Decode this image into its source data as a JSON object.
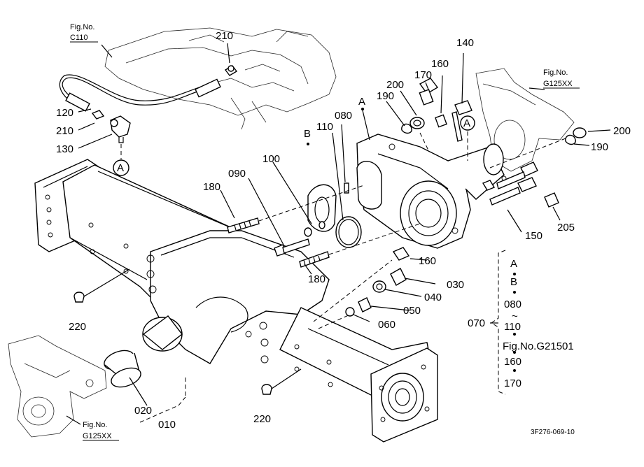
{
  "diagram": {
    "drawing_code": "3F276-069-10",
    "part_labels": [
      {
        "id": "p210a",
        "text": "210"
      },
      {
        "id": "p210b",
        "text": "210"
      },
      {
        "id": "p120",
        "text": "120"
      },
      {
        "id": "p130",
        "text": "130"
      },
      {
        "id": "p180a",
        "text": "180"
      },
      {
        "id": "p180b",
        "text": "180"
      },
      {
        "id": "p090",
        "text": "090"
      },
      {
        "id": "p100",
        "text": "100"
      },
      {
        "id": "p110",
        "text": "110"
      },
      {
        "id": "p080",
        "text": "080"
      },
      {
        "id": "p190a",
        "text": "190"
      },
      {
        "id": "p190b",
        "text": "190"
      },
      {
        "id": "p200a",
        "text": "200"
      },
      {
        "id": "p200b",
        "text": "200"
      },
      {
        "id": "p170",
        "text": "170"
      },
      {
        "id": "p160a",
        "text": "160"
      },
      {
        "id": "p160b",
        "text": "160"
      },
      {
        "id": "p140",
        "text": "140"
      },
      {
        "id": "p150",
        "text": "150"
      },
      {
        "id": "p205",
        "text": "205"
      },
      {
        "id": "p030",
        "text": "030"
      },
      {
        "id": "p040",
        "text": "040"
      },
      {
        "id": "p050",
        "text": "050"
      },
      {
        "id": "p060",
        "text": "060"
      },
      {
        "id": "p220a",
        "text": "220"
      },
      {
        "id": "p220b",
        "text": "220"
      },
      {
        "id": "p020",
        "text": "020"
      },
      {
        "id": "p010",
        "text": "010"
      },
      {
        "id": "p070",
        "text": "070"
      }
    ],
    "figure_refs": {
      "c110": {
        "line1": "Fig.No.",
        "line2": "C110"
      },
      "g125_right": {
        "line1": "Fig.No.",
        "line2": "G125XX"
      },
      "g125_left": {
        "line1": "Fig.No.",
        "line2": "G125XX"
      }
    },
    "ref_letters": {
      "a_circle_left": "A",
      "a_circle_right": "A",
      "a_plain": "A",
      "b_plain": "B"
    },
    "kit_070": {
      "items": [
        "A",
        "B",
        "080",
        "110",
        "Fig.No.G21501",
        "160",
        "170"
      ],
      "tilde": "~"
    }
  }
}
